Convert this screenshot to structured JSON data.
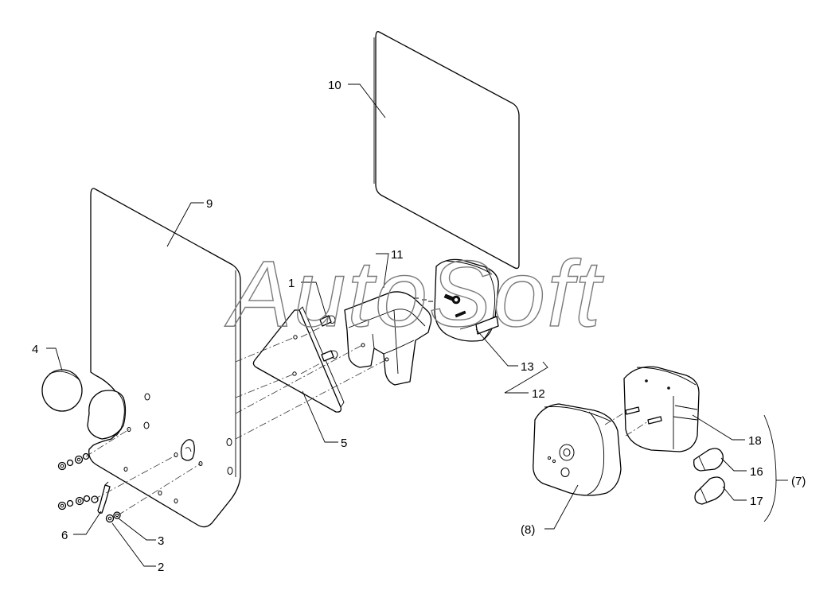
{
  "watermark": "AutoSoft",
  "callouts": {
    "c1": "1",
    "c2": "2",
    "c3": "3",
    "c4": "4",
    "c5": "5",
    "c6": "6",
    "c7": "(7)",
    "c8": "(8)",
    "c9": "9",
    "c10": "10",
    "c11": "11",
    "c12": "12",
    "c13": "13",
    "c16": "16",
    "c17": "17",
    "c18": "18"
  }
}
